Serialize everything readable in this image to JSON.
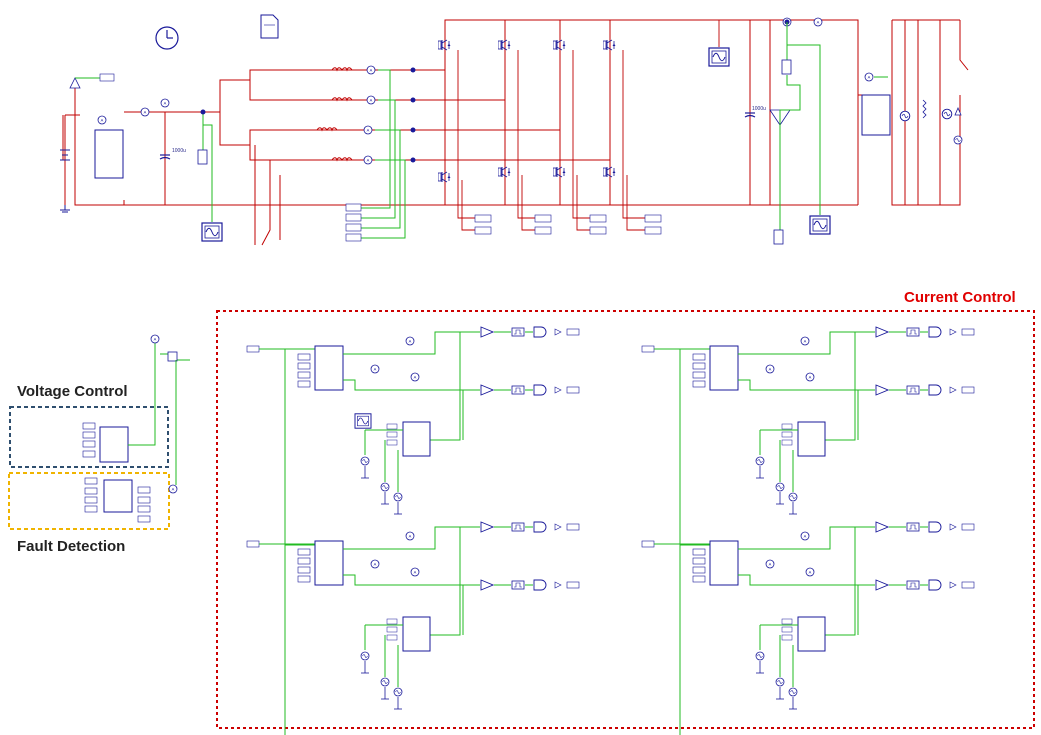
{
  "labels": {
    "current_control": "Current Control",
    "voltage_control": "Voltage Control",
    "fault_detection": "Fault Detection"
  },
  "components": {
    "input_capacitor": "1000u",
    "dc_link_capacitor": "1000u"
  },
  "colors": {
    "wire_power": "#c00000",
    "wire_signal": "#22bb22",
    "component": "#1a1a9a",
    "current_control_border": "#cc0000",
    "voltage_control_border": "#2f4f6f",
    "fault_detection_border": "#f0b400",
    "current_control_label": "#e00000",
    "region_label": "#222222"
  },
  "icons": [
    "clock-icon",
    "file-icon",
    "scope-icon",
    "sine-source-icon",
    "ground-icon",
    "ammeter-icon",
    "voltmeter-icon",
    "inductor-icon",
    "igbt-icon",
    "capacitor-icon",
    "resistor-icon",
    "comparator-icon",
    "and-gate-icon",
    "pi-controller-icon"
  ]
}
